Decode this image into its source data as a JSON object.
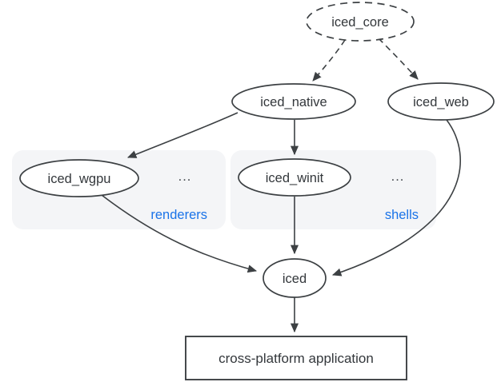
{
  "diagram": {
    "type": "dependency-graph",
    "subject": "iced crate ecosystem",
    "background": "#ffffff",
    "colors": {
      "node_stroke": "#3c4043",
      "edge_stroke": "#3c4043",
      "node_text": "#33373b",
      "group_fill": "#f4f5f7",
      "group_label_text": "#1a73e8"
    },
    "nodes": [
      {
        "id": "iced_core",
        "label": "iced_core",
        "shape": "ellipse",
        "border": "dashed"
      },
      {
        "id": "iced_native",
        "label": "iced_native",
        "shape": "ellipse",
        "border": "solid"
      },
      {
        "id": "iced_web",
        "label": "iced_web",
        "shape": "ellipse",
        "border": "solid"
      },
      {
        "id": "iced_wgpu",
        "label": "iced_wgpu",
        "shape": "ellipse",
        "border": "solid",
        "group": "renderers"
      },
      {
        "id": "iced_winit",
        "label": "iced_winit",
        "shape": "ellipse",
        "border": "solid",
        "group": "shells"
      },
      {
        "id": "iced",
        "label": "iced",
        "shape": "ellipse",
        "border": "solid"
      },
      {
        "id": "app",
        "label": "cross-platform application",
        "shape": "rect",
        "border": "solid"
      }
    ],
    "groups": [
      {
        "id": "renderers",
        "label": "renderers",
        "ellipsis": "..."
      },
      {
        "id": "shells",
        "label": "shells",
        "ellipsis": "..."
      }
    ],
    "edges": [
      {
        "from": "iced_core",
        "to": "iced_native",
        "style": "dashed"
      },
      {
        "from": "iced_core",
        "to": "iced_web",
        "style": "dashed"
      },
      {
        "from": "iced_native",
        "to": "iced_wgpu",
        "style": "solid"
      },
      {
        "from": "iced_native",
        "to": "iced_winit",
        "style": "solid"
      },
      {
        "from": "iced_wgpu",
        "to": "iced",
        "style": "solid"
      },
      {
        "from": "iced_winit",
        "to": "iced",
        "style": "solid"
      },
      {
        "from": "iced_web",
        "to": "iced",
        "style": "solid"
      },
      {
        "from": "iced",
        "to": "app",
        "style": "solid"
      }
    ]
  }
}
